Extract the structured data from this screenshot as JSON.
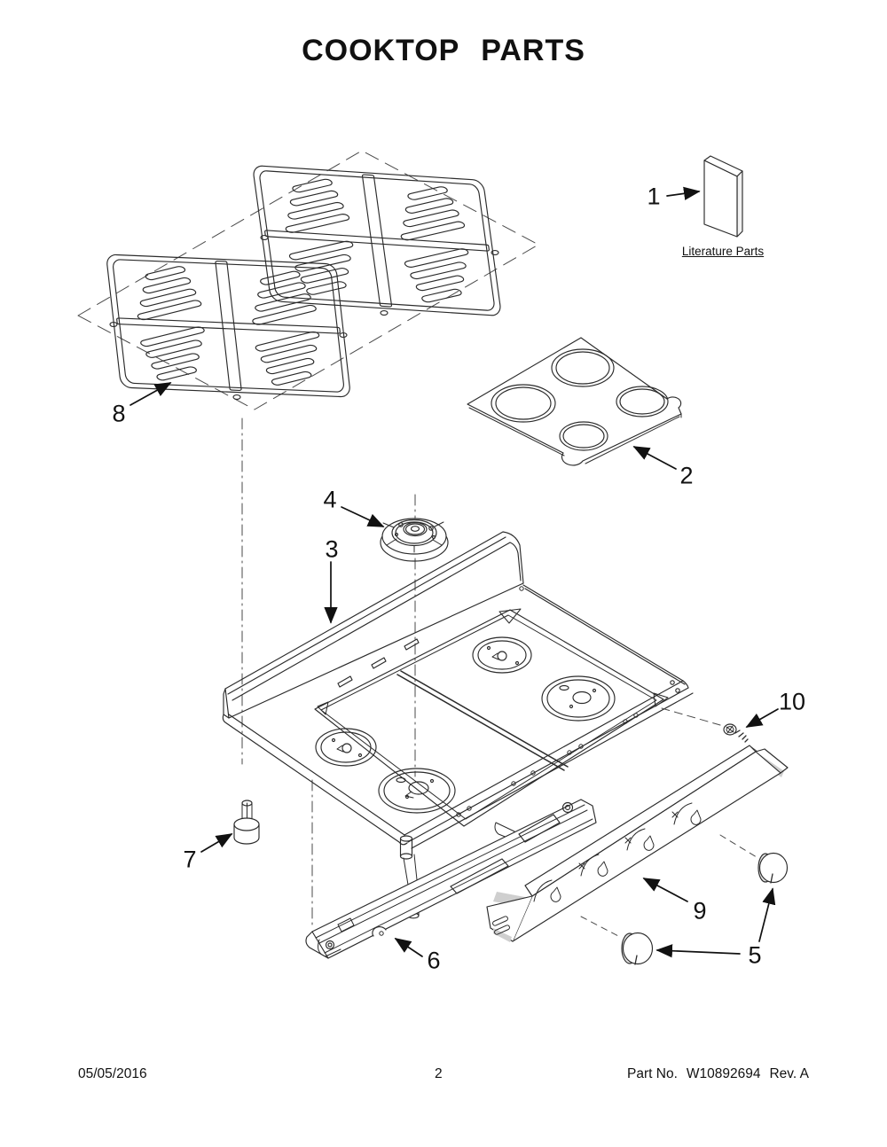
{
  "title": "COOKTOP PARTS",
  "literature_label": "Literature Parts",
  "callouts": [
    {
      "label": "1"
    },
    {
      "label": "2"
    },
    {
      "label": "3"
    },
    {
      "label": "4"
    },
    {
      "label": "5"
    },
    {
      "label": "6"
    },
    {
      "label": "7"
    },
    {
      "label": "8"
    },
    {
      "label": "9"
    },
    {
      "label": "10"
    }
  ],
  "footer": {
    "date": "05/05/2016",
    "page": "2",
    "part_label": "Part No.",
    "part_number": "W10892694",
    "revision": "Rev.  A"
  }
}
